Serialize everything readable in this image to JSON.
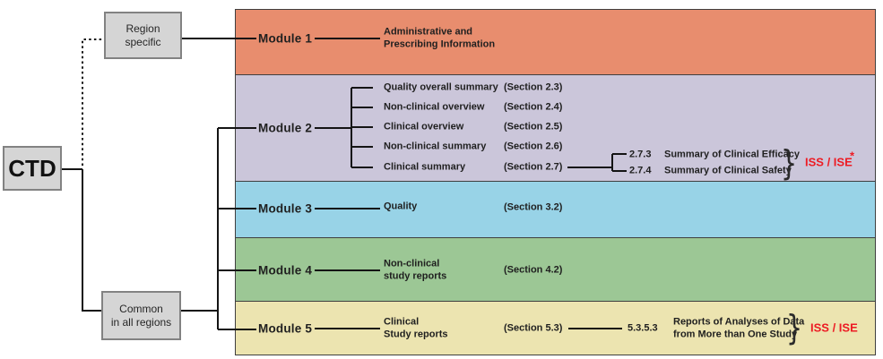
{
  "root": {
    "label": "CTD"
  },
  "region_box": {
    "label": "Region\nspecific"
  },
  "common_box": {
    "label": "Common\nin all regions"
  },
  "box_fill": "#d5d5d5",
  "accent_red": "#ed1c24",
  "modules": [
    {
      "label": "Module 1",
      "color": "#e88d6e",
      "desc": "Administrative and\nPrescribing Information"
    },
    {
      "label": "Module 2",
      "color": "#cbc6da",
      "items": [
        {
          "label": "Quality overall summary",
          "section": "(Section 2.3)"
        },
        {
          "label": "Non-clinical overview",
          "section": "(Section 2.4)"
        },
        {
          "label": "Clinical overview",
          "section": "(Section 2.5)"
        },
        {
          "label": "Non-clinical summary",
          "section": "(Section 2.6)"
        },
        {
          "label": "Clinical summary",
          "section": "(Section 2.7)"
        }
      ],
      "extension": {
        "rows": [
          {
            "code": "2.7.3",
            "label": "Summary of Clinical Efficacy"
          },
          {
            "code": "2.7.4",
            "label": "Summary of Clinical Safety"
          }
        ],
        "brace": "}",
        "tag": "ISS / ISE",
        "asterisk": "*"
      }
    },
    {
      "label": "Module 3",
      "color": "#98d3e7",
      "desc": "Quality",
      "section": "(Section 3.2)"
    },
    {
      "label": "Module 4",
      "color": "#9cc795",
      "desc": "Non-clinical\nstudy reports",
      "section": "(Section 4.2)"
    },
    {
      "label": "Module 5",
      "color": "#ece4b0",
      "desc": "Clinical\nStudy reports",
      "section": "(Section 5.3)",
      "extension": {
        "code": "5.3.5.3",
        "label": "Reports of Analyses of Data\nfrom More than One Study",
        "brace": "}",
        "tag": "ISS / ISE"
      }
    }
  ]
}
